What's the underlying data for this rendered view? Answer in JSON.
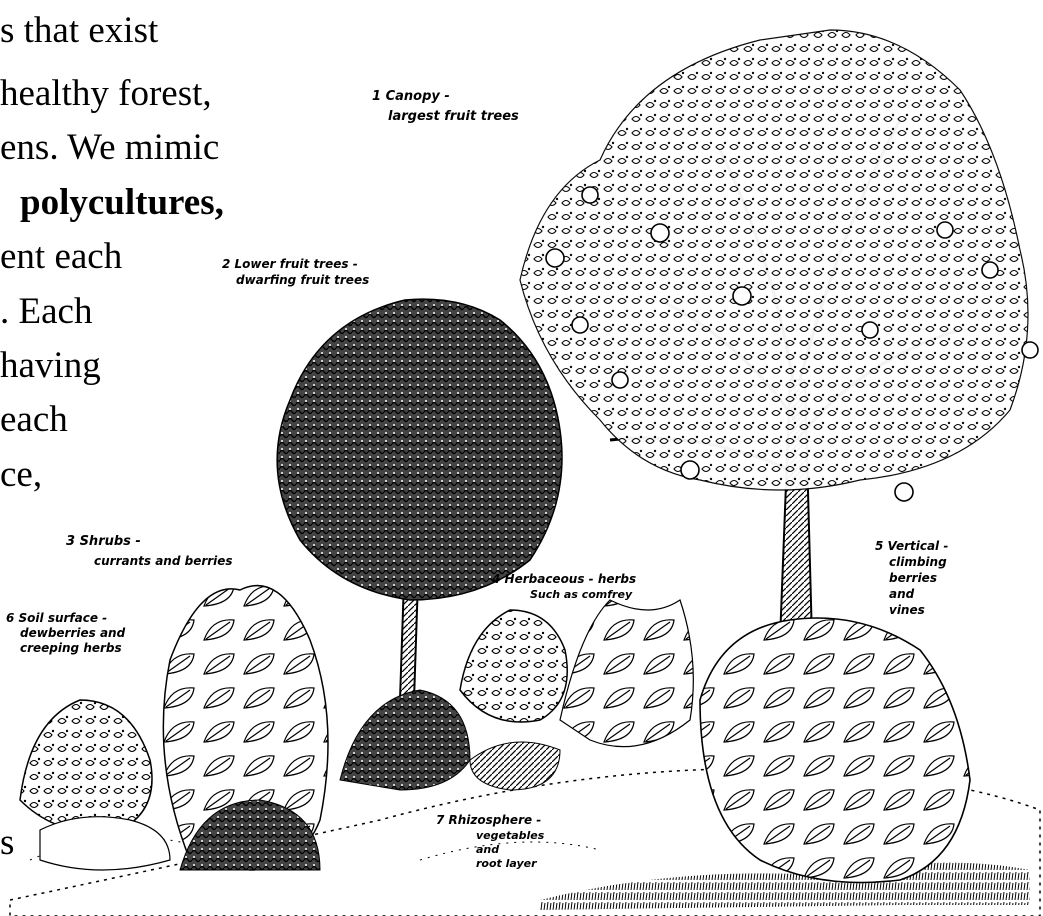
{
  "text": {
    "line1": "s that exist",
    "line2": "healthy forest,",
    "line3": "ens. We mimic",
    "line4_bold": "polycultures,",
    "line5": "ent each",
    "line6": ". Each",
    "line7": "having",
    "line8": "each",
    "line9": "ce,",
    "line10": "s"
  },
  "labels": {
    "canopy_a": "1 Canopy -",
    "canopy_b": "largest fruit trees",
    "lower_a": "2 Lower fruit trees -",
    "lower_b": "dwarfing fruit trees",
    "shrubs_a": "3 Shrubs -",
    "shrubs_b": "currants and berries",
    "herb_a": "4 Herbaceous - herbs",
    "herb_b": "Such as comfrey",
    "vert_a": "5 Vertical -",
    "vert_b": "climbing",
    "vert_c": "berries",
    "vert_d": "and",
    "vert_e": "vines",
    "soil_a": "6 Soil surface -",
    "soil_b": "dewberries and",
    "soil_c": "creeping herbs",
    "rhizo_a": "7 Rhizosphere -",
    "rhizo_b": "vegetables",
    "rhizo_c": "and",
    "rhizo_d": "root layer"
  }
}
